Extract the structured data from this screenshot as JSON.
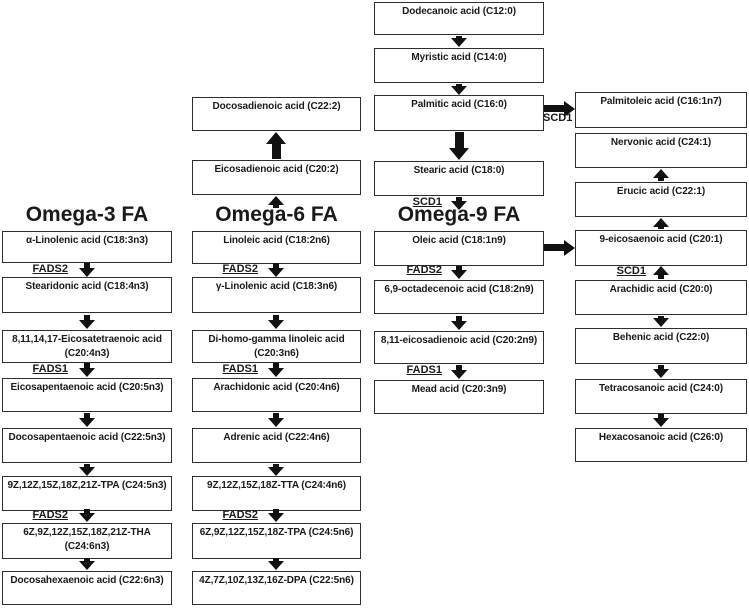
{
  "headings": {
    "omega3": "Omega-3 FA",
    "omega6": "Omega-6 FA",
    "omega9": "Omega-9 FA"
  },
  "enzymes": {
    "fads2": "FADS2",
    "fads1": "FADS1",
    "scd1": "SCD1"
  },
  "omega3": {
    "boxes": [
      "α-Linolenic acid (C18:3n3)",
      "Stearidonic acid (C18:4n3)",
      "8,11,14,17-Eicosatetraenoic acid (C20:4n3)",
      "Eicosapentaenoic acid (C20:5n3)",
      "Docosapentaenoic acid (C22:5n3)",
      "9Z,12Z,15Z,18Z,21Z-TPA (C24:5n3)",
      "6Z,9Z,12Z,15Z,18Z,21Z-THA (C24:6n3)",
      "Docosahexaenoic acid (C22:6n3)"
    ]
  },
  "omega6": {
    "upper_boxes": [
      "Docosadienoic acid (C22:2)",
      "Eicosadienoic acid (C20:2)"
    ],
    "boxes": [
      "Linoleic acid (C18:2n6)",
      "γ-Linolenic acid (C18:3n6)",
      "Di-homo-gamma linoleic acid (C20:3n6)",
      "Arachidonic acid (C20:4n6)",
      "Adrenic acid (C22:4n6)",
      "9Z,12Z,15Z,18Z-TTA (C24:4n6)",
      "6Z,9Z,12Z,15Z,18Z-TPA (C24:5n6)",
      "4Z,7Z,10Z,13Z,16Z-DPA (C22:5n6)"
    ]
  },
  "saturated": {
    "boxes": [
      "Dodecanoic acid (C12:0)",
      "Myristic acid (C14:0)",
      "Palmitic acid (C16:0)",
      "Stearic acid (C18:0)"
    ]
  },
  "omega9": {
    "boxes": [
      "Oleic acid (C18:1n9)",
      "6,9-octadecenoic acid (C18:2n9)",
      "8,11-eicosadienoic acid (C20:2n9)",
      "Mead acid (C20:3n9)"
    ]
  },
  "right": {
    "boxes": [
      "Palmitoleic acid (C16:1n7)",
      "Nervonic acid (C24:1)",
      "Erucic acid (C22:1)",
      "9-eicosaenoic acid (C20:1)",
      "Arachidic acid (C20:0)",
      "Behenic acid (C22:0)",
      "Tetracosanoic acid (C24:0)",
      "Hexacosanoic acid (C26:0)"
    ]
  },
  "colors": {
    "box_border": "#2e2e2e",
    "arrow": "#111111",
    "text": "#1a1a1a",
    "background": "#ffffff"
  }
}
